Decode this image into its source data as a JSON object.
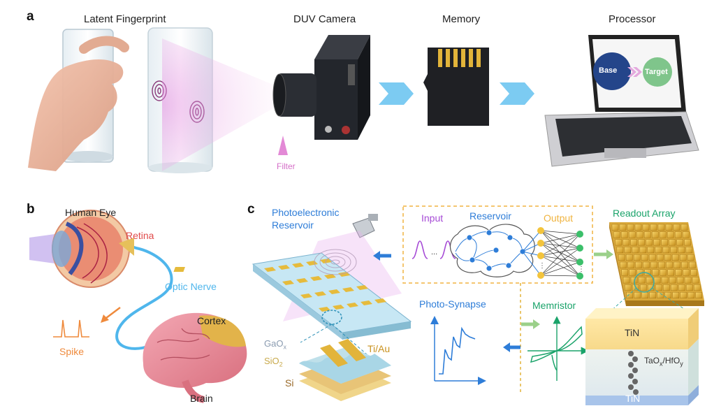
{
  "colors": {
    "pink": "#e389d6",
    "purple": "#a64bd6",
    "blue": "#2e7dd8",
    "lightblue": "#4fb6ec",
    "red": "#e04a4a",
    "orange": "#ef8a3c",
    "green": "#1aa36a",
    "gold": "#e2b43a",
    "brown": "#9a6a2a",
    "gray": "#8a9bb0",
    "teal": "#39a9a3",
    "dashgold": "#f0b440"
  },
  "panel_a": {
    "label": "a",
    "blocks": {
      "fingerprint": "Latent Fingerprint",
      "camera": "DUV Camera",
      "memory": "Memory",
      "processor": "Processor"
    },
    "filter": "Filter",
    "screen": {
      "base": "Base",
      "target": "Target"
    }
  },
  "panel_b": {
    "label": "b",
    "human_eye": "Human Eye",
    "retina": "Retina",
    "optic_nerve": "Optic Nerve",
    "cortex": "Cortex",
    "spike": "Spike",
    "brain": "Brain"
  },
  "panel_c": {
    "label": "c",
    "title_line1": "Photoelectronic",
    "title_line2": "Reservoir",
    "layers": {
      "gaox": "GaO",
      "gaox_sub": "x",
      "sio2": "SiO",
      "sio2_sub": "2",
      "tiau": "Ti/Au",
      "si": "Si"
    },
    "network": {
      "input": "Input",
      "reservoir": "Reservoir",
      "output": "Output"
    },
    "readout_array": "Readout Array",
    "photo_synapse": "Photo-Synapse",
    "memristor": "Memristor",
    "stack": {
      "tin_top": "TiN",
      "tin_bottom": "TiN",
      "oxide_a": "TaO",
      "oxide_a_sub": "x",
      "oxide_b": "/HfO",
      "oxide_b_sub": "y"
    }
  }
}
